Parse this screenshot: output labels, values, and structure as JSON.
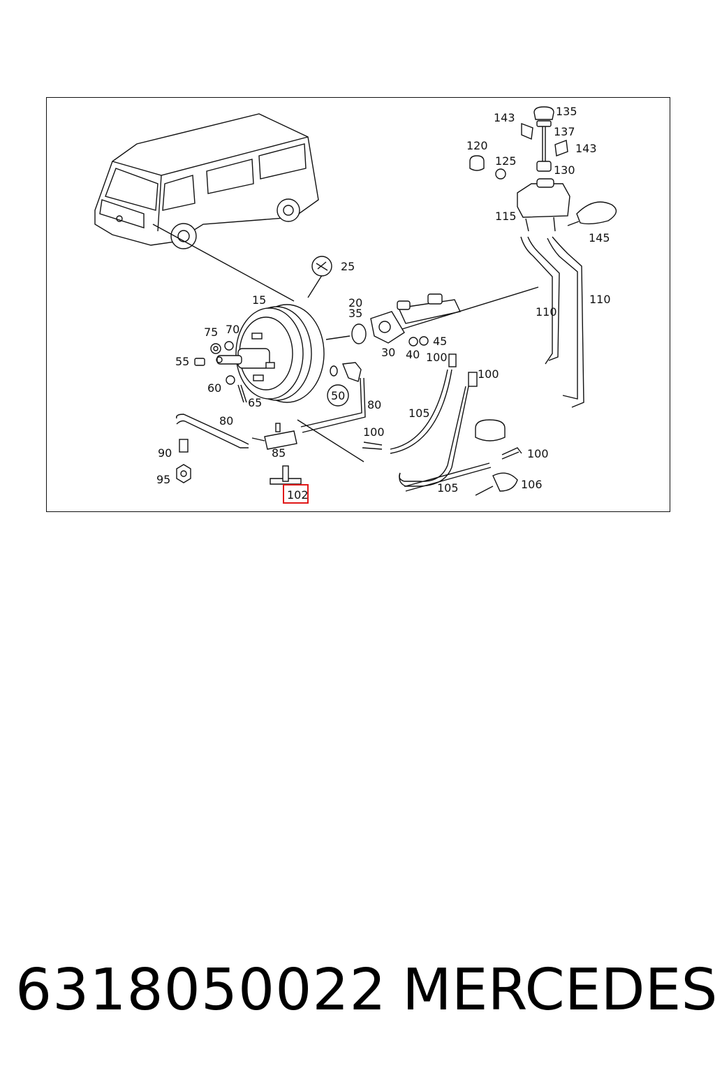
{
  "diagram": {
    "labels": {
      "l15": "15",
      "l20": "20",
      "l25": "25",
      "l30": "30",
      "l35": "35",
      "l40": "40",
      "l45": "45",
      "l50": "50",
      "l55": "55",
      "l60": "60",
      "l65": "65",
      "l70": "70",
      "l75": "75",
      "l80a": "80",
      "l80b": "80",
      "l85": "85",
      "l90": "90",
      "l95": "95",
      "l100a": "100",
      "l100b": "100",
      "l100c": "100",
      "l100d": "100",
      "l102": "102",
      "l105a": "105",
      "l105b": "105",
      "l106": "106",
      "l110a": "110",
      "l110b": "110",
      "l115": "115",
      "l120": "120",
      "l125": "125",
      "l130": "130",
      "l135": "135",
      "l137": "137",
      "l143a": "143",
      "l143b": "143",
      "l145": "145"
    },
    "highlight_color": "#e01818"
  },
  "footer": {
    "part_number": "6318050022",
    "brand": "MERCEDES"
  }
}
